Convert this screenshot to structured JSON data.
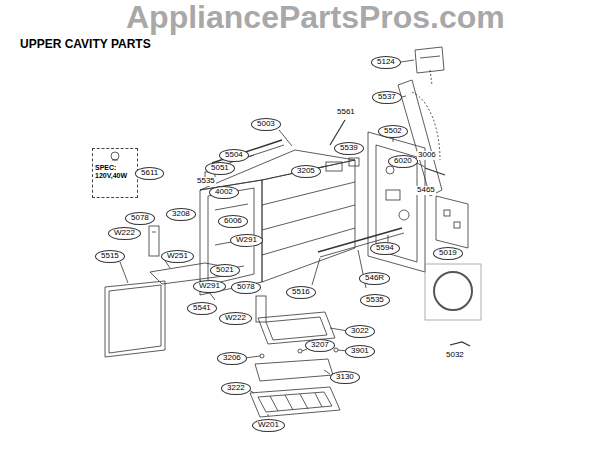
{
  "diagram": {
    "title": "UPPER CAVITY PARTS",
    "nodes": [
      {
        "text": [
          "5124"
        ]
      },
      {
        "text": [
          "5537"
        ]
      },
      {
        "text": [
          "5003"
        ]
      },
      {
        "text": [
          "5502"
        ]
      },
      {
        "text": [
          "5539"
        ]
      },
      {
        "text": [
          "SPEC: 120V,40W"
        ]
      },
      {
        "text": [
          "5504"
        ]
      },
      {
        "text": [
          "6020"
        ]
      },
      {
        "text": [
          "5051"
        ]
      },
      {
        "text": [
          "3205"
        ]
      },
      {
        "text": [
          "5611"
        ]
      },
      {
        "text": [
          "4002"
        ]
      },
      {
        "text": [
          "3208"
        ]
      },
      {
        "text": [
          "5078"
        ]
      },
      {
        "text": [
          "6006"
        ]
      },
      {
        "text": [
          "W222"
        ]
      },
      {
        "text": [
          "5594"
        ]
      },
      {
        "text": [
          "W291"
        ]
      },
      {
        "text": [
          "5019"
        ]
      },
      {
        "text": [
          "W251"
        ]
      },
      {
        "text": [
          "5515"
        ]
      },
      {
        "text": [
          "5021"
        ]
      },
      {
        "text": [
          "546R"
        ]
      },
      {
        "text": [
          "W291"
        ]
      },
      {
        "text": [
          "5078"
        ]
      },
      {
        "text": [
          "5516"
        ]
      },
      {
        "text": [
          "5535"
        ]
      },
      {
        "text": [
          "5541"
        ]
      },
      {
        "text": [
          "W222"
        ]
      },
      {
        "text": [
          "3022"
        ]
      },
      {
        "text": [
          "3207"
        ]
      },
      {
        "text": [
          "3901"
        ]
      },
      {
        "text": [
          "3206"
        ]
      },
      {
        "text": [
          "3130"
        ]
      },
      {
        "text": [
          "3222"
        ]
      },
      {
        "text": [
          "W201"
        ]
      }
    ],
    "labels": [
      "AppliancePartsPros.com",
      "5561",
      "3006",
      "5535",
      "5465",
      "5032"
    ]
  }
}
